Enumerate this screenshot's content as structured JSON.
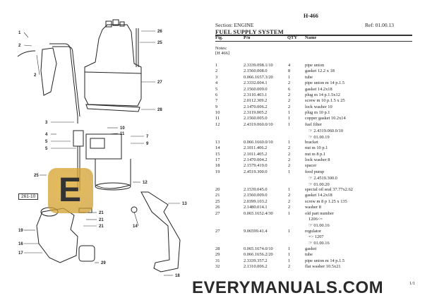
{
  "header": {
    "doc_id": "H-466",
    "section": "Section: ENGINE",
    "ref": "Ref: 01.00.13",
    "title": "FUEL SUPPLY SYSTEM"
  },
  "table": {
    "columns": [
      "Fig.",
      "P/n",
      "QTY",
      "Name"
    ],
    "notes_label": "Notes:",
    "notes_value": "[H 466]",
    "rows": [
      {
        "fig": "1",
        "pn": "2.3339.098.1/10",
        "qty": "4",
        "name": "pipe union",
        "sub": []
      },
      {
        "fig": "2",
        "pn": "2.1560.008.0",
        "qty": "8",
        "name": "gasket 12.2 x 18",
        "sub": []
      },
      {
        "fig": "3",
        "pn": "0.066.1657.3/20",
        "qty": "1",
        "name": "tube",
        "sub": []
      },
      {
        "fig": "4",
        "pn": "2.3332.004.1",
        "qty": "2",
        "name": "pipe union m 14 p.1.5",
        "sub": []
      },
      {
        "fig": "5",
        "pn": "2.1560.009.0",
        "qty": "6",
        "name": "gasket 14.2x18",
        "sub": []
      },
      {
        "fig": "6",
        "pn": "2.3110.403.1",
        "qty": "2",
        "name": "plug m 14 p.1.5x12",
        "sub": []
      },
      {
        "fig": "7",
        "pn": "2.0112.309.2",
        "qty": "2",
        "name": "screw m 10 p.1.5 x 25",
        "sub": []
      },
      {
        "fig": "9",
        "pn": "2.1470.006.2",
        "qty": "2",
        "name": "lock washer 10",
        "sub": []
      },
      {
        "fig": "10",
        "pn": "2.3119.005.2",
        "qty": "1",
        "name": "plug m 10 p.1",
        "sub": []
      },
      {
        "fig": "11",
        "pn": "2.1560.005.0",
        "qty": "1",
        "name": "copper gasket 10.2x14",
        "sub": []
      },
      {
        "fig": "12",
        "pn": "2.4319.060.0/10",
        "qty": "1",
        "name": "fuel filter",
        "sub": [
          "☞ 2.4319.060.0/10",
          "☞ 01.00.19"
        ]
      },
      {
        "fig": "13",
        "pn": "0.066.1660.0/10",
        "qty": "1",
        "name": "bracket",
        "sub": []
      },
      {
        "fig": "14",
        "pn": "2.1011.406.2",
        "qty": "2",
        "name": "nut m 10 p.1",
        "sub": []
      },
      {
        "fig": "15",
        "pn": "2.1011.405.2",
        "qty": "2",
        "name": "nut m 8 p.1",
        "sub": []
      },
      {
        "fig": "17",
        "pn": "2.1470.004.2",
        "qty": "2",
        "name": "lock washer 8",
        "sub": []
      },
      {
        "fig": "18",
        "pn": "2.1579.419.0",
        "qty": "2",
        "name": "spacer",
        "sub": []
      },
      {
        "fig": "19",
        "pn": "2.4519.300.0",
        "qty": "1",
        "name": "feed pump",
        "sub": [
          "☞ 2.4519.300.0",
          "☞ 01.00.20"
        ]
      },
      {
        "fig": "20",
        "pn": "2.1539.045.0",
        "qty": "1",
        "name": "special oil seal 37.77x2.62",
        "sub": []
      },
      {
        "fig": "21",
        "pn": "2.1560.009.0",
        "qty": "2",
        "name": "gasket 14.2x18",
        "sub": []
      },
      {
        "fig": "25",
        "pn": "2.0399.103.2",
        "qty": "2",
        "name": "screw m 8 p 1.25 x 135",
        "sub": []
      },
      {
        "fig": "26",
        "pn": "2.1480.014.1",
        "qty": "2",
        "name": "washer 8",
        "sub": []
      },
      {
        "fig": "27",
        "pn": "0.065.1652.4/30",
        "qty": "1",
        "name": "old part number",
        "sub": [
          "1206<=",
          "☞ 01.00.16"
        ]
      },
      {
        "fig": "27",
        "pn": "9.06599.41.4",
        "qty": "1",
        "name": "regulator",
        "sub": [
          "=> 1207",
          "☞ 01.00.16"
        ]
      },
      {
        "fig": "28",
        "pn": "0.065.1674.0/10",
        "qty": "1",
        "name": "gasket",
        "sub": []
      },
      {
        "fig": "29",
        "pn": "0.066.1656.2/20",
        "qty": "1",
        "name": "tube",
        "sub": []
      },
      {
        "fig": "31",
        "pn": "2.3339.357.2",
        "qty": "1",
        "name": "pipe union m 14 p.1.5",
        "sub": []
      },
      {
        "fig": "32",
        "pn": "2.1310.006.2",
        "qty": "2",
        "name": "flat washer 10.5x21",
        "sub": []
      }
    ]
  },
  "diagram": {
    "figure_code": "261-10",
    "callouts": [
      "1",
      "2",
      "2",
      "26",
      "25",
      "27",
      "28",
      "3",
      "4",
      "5",
      "5",
      "10",
      "11",
      "7",
      "9",
      "12",
      "13",
      "14",
      "21",
      "21",
      "21",
      "19",
      "16",
      "17",
      "29",
      "18",
      "25"
    ]
  },
  "watermark": {
    "text": "EVERYMANUALS.COM",
    "logo_letter": "E",
    "logo_color": "#E0AF3C"
  },
  "footer": {
    "page": "1/1"
  }
}
